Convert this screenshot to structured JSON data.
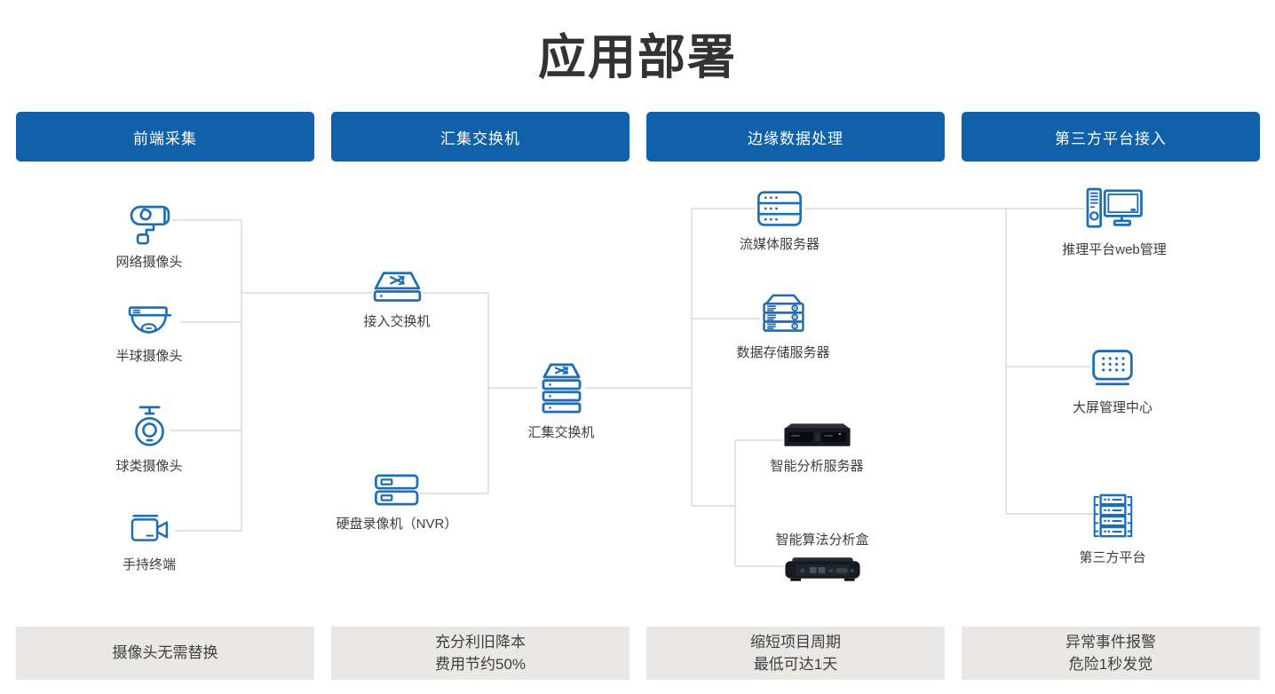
{
  "page": {
    "title": "应用部署"
  },
  "colors": {
    "header_blue": "#1061a9",
    "icon_blue": "#1e6eb5",
    "connector_gray": "#d9d9d9",
    "footer_bg": "#e9e8e6",
    "title_color": "#333333",
    "label_text": "#3d3d3d"
  },
  "columns": [
    {
      "header": "前端采集",
      "footer_lines": [
        "摄像头无需替换"
      ]
    },
    {
      "header": "汇集交换机",
      "footer_lines": [
        "充分利旧降本",
        "费用节约50%"
      ]
    },
    {
      "header": "边缘数据处理",
      "footer_lines": [
        "缩短项目周期",
        "最低可达1天"
      ]
    },
    {
      "header": "第三方平台接入",
      "footer_lines": [
        "异常事件报警",
        "危险1秒发觉"
      ]
    }
  ],
  "nodes": {
    "network_camera": {
      "label": "网络摄像头",
      "icon": "bullet-camera-icon"
    },
    "dome_camera": {
      "label": "半球摄像头",
      "icon": "dome-camera-icon"
    },
    "ball_camera": {
      "label": "球类摄像头",
      "icon": "ptz-camera-icon"
    },
    "handheld_terminal": {
      "label": "手持终端",
      "icon": "camcorder-icon"
    },
    "access_switch": {
      "label": "接入交换机",
      "icon": "switch-icon"
    },
    "nvr": {
      "label": "硬盘录像机（NVR）",
      "icon": "nvr-icon"
    },
    "aggregation_switch": {
      "label": "汇集交换机",
      "icon": "stacked-switch-icon"
    },
    "streaming_server": {
      "label": "流媒体服务器",
      "icon": "server-icon"
    },
    "storage_server": {
      "label": "数据存储服务器",
      "icon": "storage-server-icon"
    },
    "analysis_server": {
      "label": "智能分析服务器",
      "icon": "rack-server-image"
    },
    "algorithm_box": {
      "label": "智能算法分析盒",
      "icon": "analysis-box-image"
    },
    "web_management": {
      "label": "推理平台web管理",
      "icon": "desktop-computer-icon"
    },
    "big_screen_center": {
      "label": "大屏管理中心",
      "icon": "led-screen-icon"
    },
    "third_party_platform": {
      "label": "第三方平台",
      "icon": "server-rack-icon"
    }
  }
}
